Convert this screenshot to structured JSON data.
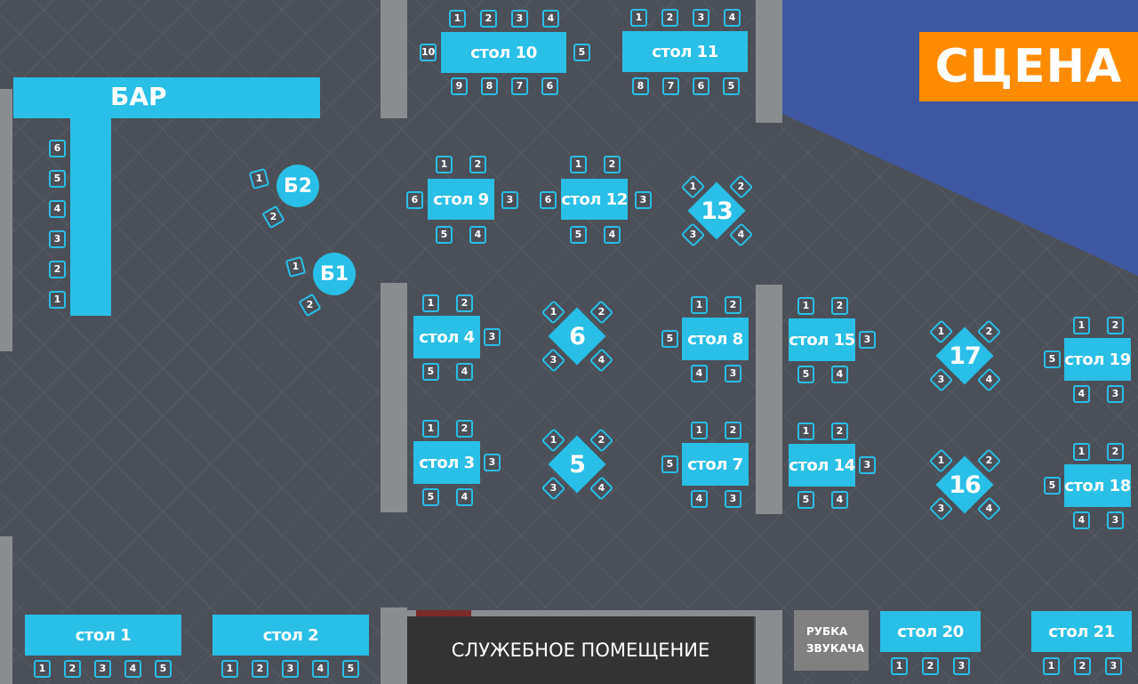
{
  "stage_label": "СЦЕНА",
  "bar_label": "БАР",
  "service_room_label": "СЛУЖЕБНОЕ ПОМЕЩЕНИЕ",
  "sound_booth": {
    "line1": "РУБКА",
    "line2": "ЗВУКАЧА"
  },
  "colors": {
    "floor": "#4b5058",
    "stage_area": "#3f57a0",
    "table": "#29bfe6",
    "stage_label_bg": "#ff8c00",
    "wall": "#8a8d90",
    "service_room": "#333333"
  },
  "tables": [
    {
      "id": "t10",
      "label": "стол 10",
      "seats": [
        "1",
        "2",
        "3",
        "4",
        "5",
        "6",
        "7",
        "8",
        "9",
        "10"
      ]
    },
    {
      "id": "t11",
      "label": "стол 11",
      "seats": [
        "1",
        "2",
        "3",
        "4",
        "5",
        "6",
        "7",
        "8"
      ]
    },
    {
      "id": "t9",
      "label": "стол 9",
      "seats": [
        "1",
        "2",
        "3",
        "4",
        "5",
        "6"
      ]
    },
    {
      "id": "t12",
      "label": "стол 12",
      "seats": [
        "1",
        "2",
        "3",
        "4",
        "5",
        "6"
      ]
    },
    {
      "id": "t13",
      "label": "13",
      "seats": [
        "1",
        "2",
        "3",
        "4"
      ]
    },
    {
      "id": "b2",
      "label": "Б2",
      "seats": [
        "1",
        "2"
      ]
    },
    {
      "id": "b1",
      "label": "Б1",
      "seats": [
        "1",
        "2"
      ]
    },
    {
      "id": "t4",
      "label": "стол 4",
      "seats": [
        "1",
        "2",
        "3",
        "4",
        "5"
      ]
    },
    {
      "id": "t6",
      "label": "6",
      "seats": [
        "1",
        "2",
        "3",
        "4"
      ]
    },
    {
      "id": "t8",
      "label": "стол 8",
      "seats": [
        "1",
        "2",
        "3",
        "4",
        "5"
      ]
    },
    {
      "id": "t15",
      "label": "стол 15",
      "seats": [
        "1",
        "2",
        "3",
        "4",
        "5"
      ]
    },
    {
      "id": "t17",
      "label": "17",
      "seats": [
        "1",
        "2",
        "3",
        "4"
      ]
    },
    {
      "id": "t19",
      "label": "стол 19",
      "seats": [
        "1",
        "2",
        "3",
        "4",
        "5"
      ]
    },
    {
      "id": "t3",
      "label": "стол 3",
      "seats": [
        "1",
        "2",
        "3",
        "4",
        "5"
      ]
    },
    {
      "id": "t5",
      "label": "5",
      "seats": [
        "1",
        "2",
        "3",
        "4"
      ]
    },
    {
      "id": "t7",
      "label": "стол 7",
      "seats": [
        "1",
        "2",
        "3",
        "4",
        "5"
      ]
    },
    {
      "id": "t14",
      "label": "стол 14",
      "seats": [
        "1",
        "2",
        "3",
        "4",
        "5"
      ]
    },
    {
      "id": "t16",
      "label": "16",
      "seats": [
        "1",
        "2",
        "3",
        "4"
      ]
    },
    {
      "id": "t18",
      "label": "стол 18",
      "seats": [
        "1",
        "2",
        "3",
        "4",
        "5"
      ]
    },
    {
      "id": "t1",
      "label": "стол 1",
      "seats": [
        "1",
        "2",
        "3",
        "4",
        "5"
      ]
    },
    {
      "id": "t2",
      "label": "стол 2",
      "seats": [
        "1",
        "2",
        "3",
        "4",
        "5"
      ]
    },
    {
      "id": "t20",
      "label": "стол 20",
      "seats": [
        "1",
        "2",
        "3"
      ]
    },
    {
      "id": "t21",
      "label": "стол 21",
      "seats": [
        "1",
        "2",
        "3"
      ]
    },
    {
      "id": "bar",
      "label": "БАР",
      "seats": [
        "1",
        "2",
        "3",
        "4",
        "5",
        "6"
      ]
    }
  ]
}
